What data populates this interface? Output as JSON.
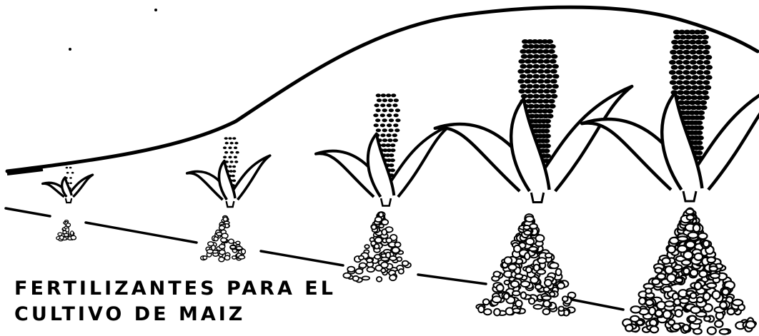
{
  "caption": {
    "line1": "FERTILIZANTES PARA EL",
    "line2": "CULTIVO DE MAIZ"
  },
  "stages": [
    {
      "id": 1,
      "ear_size": 0.2,
      "fertilizer_amount": 0.15
    },
    {
      "id": 2,
      "ear_size": 0.4,
      "fertilizer_amount": 0.35
    },
    {
      "id": 3,
      "ear_size": 0.65,
      "fertilizer_amount": 0.55
    },
    {
      "id": 4,
      "ear_size": 0.95,
      "fertilizer_amount": 0.8
    },
    {
      "id": 5,
      "ear_size": 1.0,
      "fertilizer_amount": 1.0
    }
  ],
  "colors": {
    "ink": "#000000",
    "paper": "#ffffff"
  }
}
